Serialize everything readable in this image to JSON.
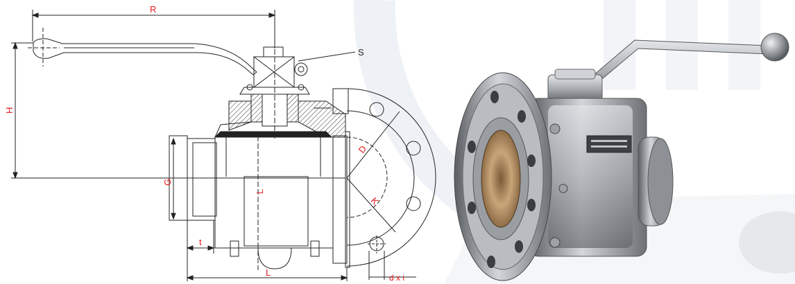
{
  "labels": {
    "R": "R",
    "S": "S",
    "H": "H",
    "G": "G",
    "L_inner": "L",
    "L_bottom": "L",
    "t": "t",
    "D": "D",
    "K": "K",
    "dxi": "d x i"
  },
  "colors": {
    "dimension_text": "#e8191c",
    "line": "#222222",
    "watermark": "#e9edf2",
    "steel_light": "#c9ccd0",
    "steel_dark": "#6b6f74",
    "bronze": "#b08a5c"
  }
}
